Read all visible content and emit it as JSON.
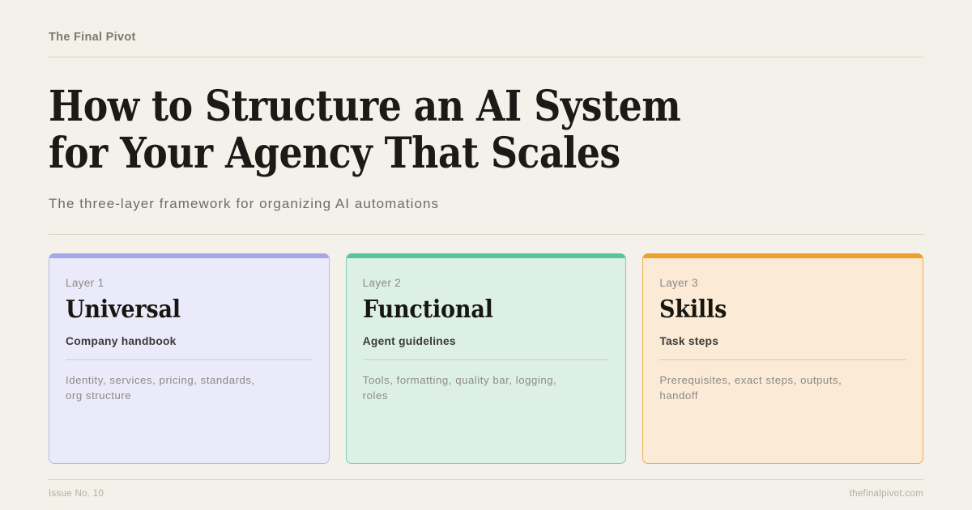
{
  "theme": {
    "background": "#f4f1ea",
    "rule_color": "#d6d1c6",
    "headline_color": "#1b1a17",
    "muted_text": "#8d8a84"
  },
  "masthead": {
    "brand": "The Final Pivot"
  },
  "hero": {
    "headline": "How to Structure an AI System\nfor Your Agency That Scales",
    "headline_line_1": "How to Structure an AI System",
    "headline_line_2": "for Your Agency That Scales",
    "subhead": "The three-layer framework for organizing AI automations"
  },
  "cards": [
    {
      "kicker": "Layer 1",
      "title": "Universal",
      "subtitle": "Company handbook",
      "description": "Identity, services, pricing, standards, org structure",
      "accent": "#a5a8e8",
      "fill": "#ebeafb",
      "border": "#b6b8ec"
    },
    {
      "kicker": "Layer 2",
      "title": "Functional",
      "subtitle": "Agent guidelines",
      "description": "Tools, formatting, quality bar, logging, roles",
      "accent": "#57c49d",
      "fill": "#ddf0e8",
      "border": "#79cfb0"
    },
    {
      "kicker": "Layer 3",
      "title": "Skills",
      "subtitle": "Task steps",
      "description": "Prerequisites, exact steps, outputs, handoff",
      "accent": "#eda02c",
      "fill": "#faead6",
      "border": "#efab48"
    }
  ],
  "footer": {
    "issue": "Issue No. 10",
    "site": "thefinalpivot.com"
  }
}
